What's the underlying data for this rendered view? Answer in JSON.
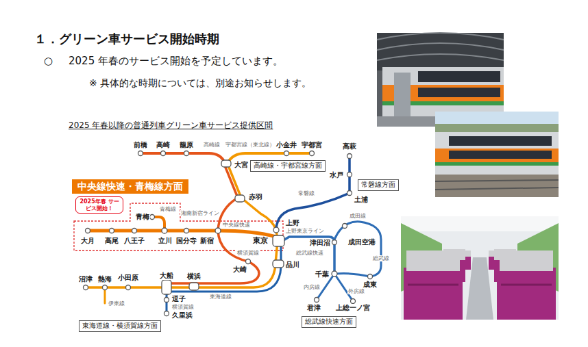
{
  "diagram": {
    "title": "１．グリーン車サービス開始時期",
    "nodes": [
      {
        "text": [
          "高崎線・宇都宮線方面"
        ]
      },
      {
        "text": [
          "中央線快速・青梅線方面"
        ]
      },
      {
        "text": [
          "常磐線方面"
        ]
      },
      {
        "text": [
          "2025年春 サービス開始！"
        ]
      },
      {
        "text": [
          "総武線快速方面"
        ]
      },
      {
        "text": [
          "東海道線・横須賀線方面"
        ]
      }
    ],
    "labels": [
      "○",
      "2025 年春のサービス開始を予定しています。",
      "※ 具体的な時期については、別途お知らせします。",
      "2025 年春以降の普通列車グリーン車サービス提供区間",
      "前橋",
      "高崎",
      "籠原",
      "高崎線",
      "宇都宮線（東北線）",
      "小金井",
      "宇都宮",
      "大宮",
      "高萩",
      "水戸",
      "土浦",
      "常磐線",
      "赤羽",
      "上野",
      "上野東京ライン",
      "東京",
      "品川",
      "大崎",
      "新宿",
      "湘南新宿ライン",
      "中央線快速",
      "青梅",
      "青梅線",
      "大月",
      "高尾",
      "八王子",
      "立川",
      "国分寺",
      "沼津",
      "熱海",
      "小田原",
      "大船",
      "横浜",
      "伊東線",
      "逗子",
      "横須賀線",
      "久里浜",
      "東海道線",
      "横須賀線",
      "成田線",
      "津田沼",
      "成田空港",
      "総武線快速",
      "総武線",
      "千葉",
      "内房線",
      "外房線",
      "成東",
      "君津",
      "上総一ノ宮"
    ]
  }
}
